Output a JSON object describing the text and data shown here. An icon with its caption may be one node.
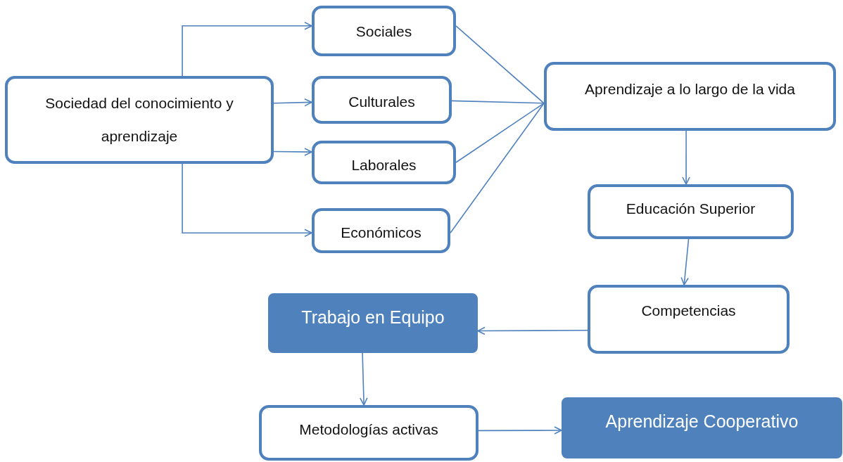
{
  "diagram": {
    "nodes": [
      {
        "text": [
          "Sociedad del conocimiento y aprendizaje"
        ]
      },
      {
        "text": [
          "Sociales"
        ]
      },
      {
        "text": [
          "Culturales"
        ]
      },
      {
        "text": [
          "Laborales"
        ]
      },
      {
        "text": [
          "Económicos"
        ]
      },
      {
        "text": [
          "Aprendizaje a lo largo de la vida"
        ]
      },
      {
        "text": [
          "Educación Superior"
        ]
      },
      {
        "text": [
          "Competencias"
        ]
      },
      {
        "text": [
          "Trabajo en Equipo"
        ]
      },
      {
        "text": [
          "Metodologías activas"
        ]
      },
      {
        "text": [
          "Aprendizaje Cooperativo"
        ]
      }
    ],
    "edges": [
      {
        "from": 0,
        "to": 1,
        "arrow": "to"
      },
      {
        "from": 0,
        "to": 2,
        "arrow": "to"
      },
      {
        "from": 0,
        "to": 3,
        "arrow": "to"
      },
      {
        "from": 0,
        "to": 4,
        "arrow": "to"
      },
      {
        "from": 1,
        "to": 5,
        "arrow": "none"
      },
      {
        "from": 2,
        "to": 5,
        "arrow": "none"
      },
      {
        "from": 3,
        "to": 5,
        "arrow": "none"
      },
      {
        "from": 4,
        "to": 5,
        "arrow": "none"
      },
      {
        "from": 5,
        "to": 6,
        "arrow": "to"
      },
      {
        "from": 6,
        "to": 7,
        "arrow": "to"
      },
      {
        "from": 7,
        "to": 8,
        "arrow": "to"
      },
      {
        "from": 8,
        "to": 9,
        "arrow": "to"
      },
      {
        "from": 9,
        "to": 10,
        "arrow": "to"
      }
    ]
  }
}
